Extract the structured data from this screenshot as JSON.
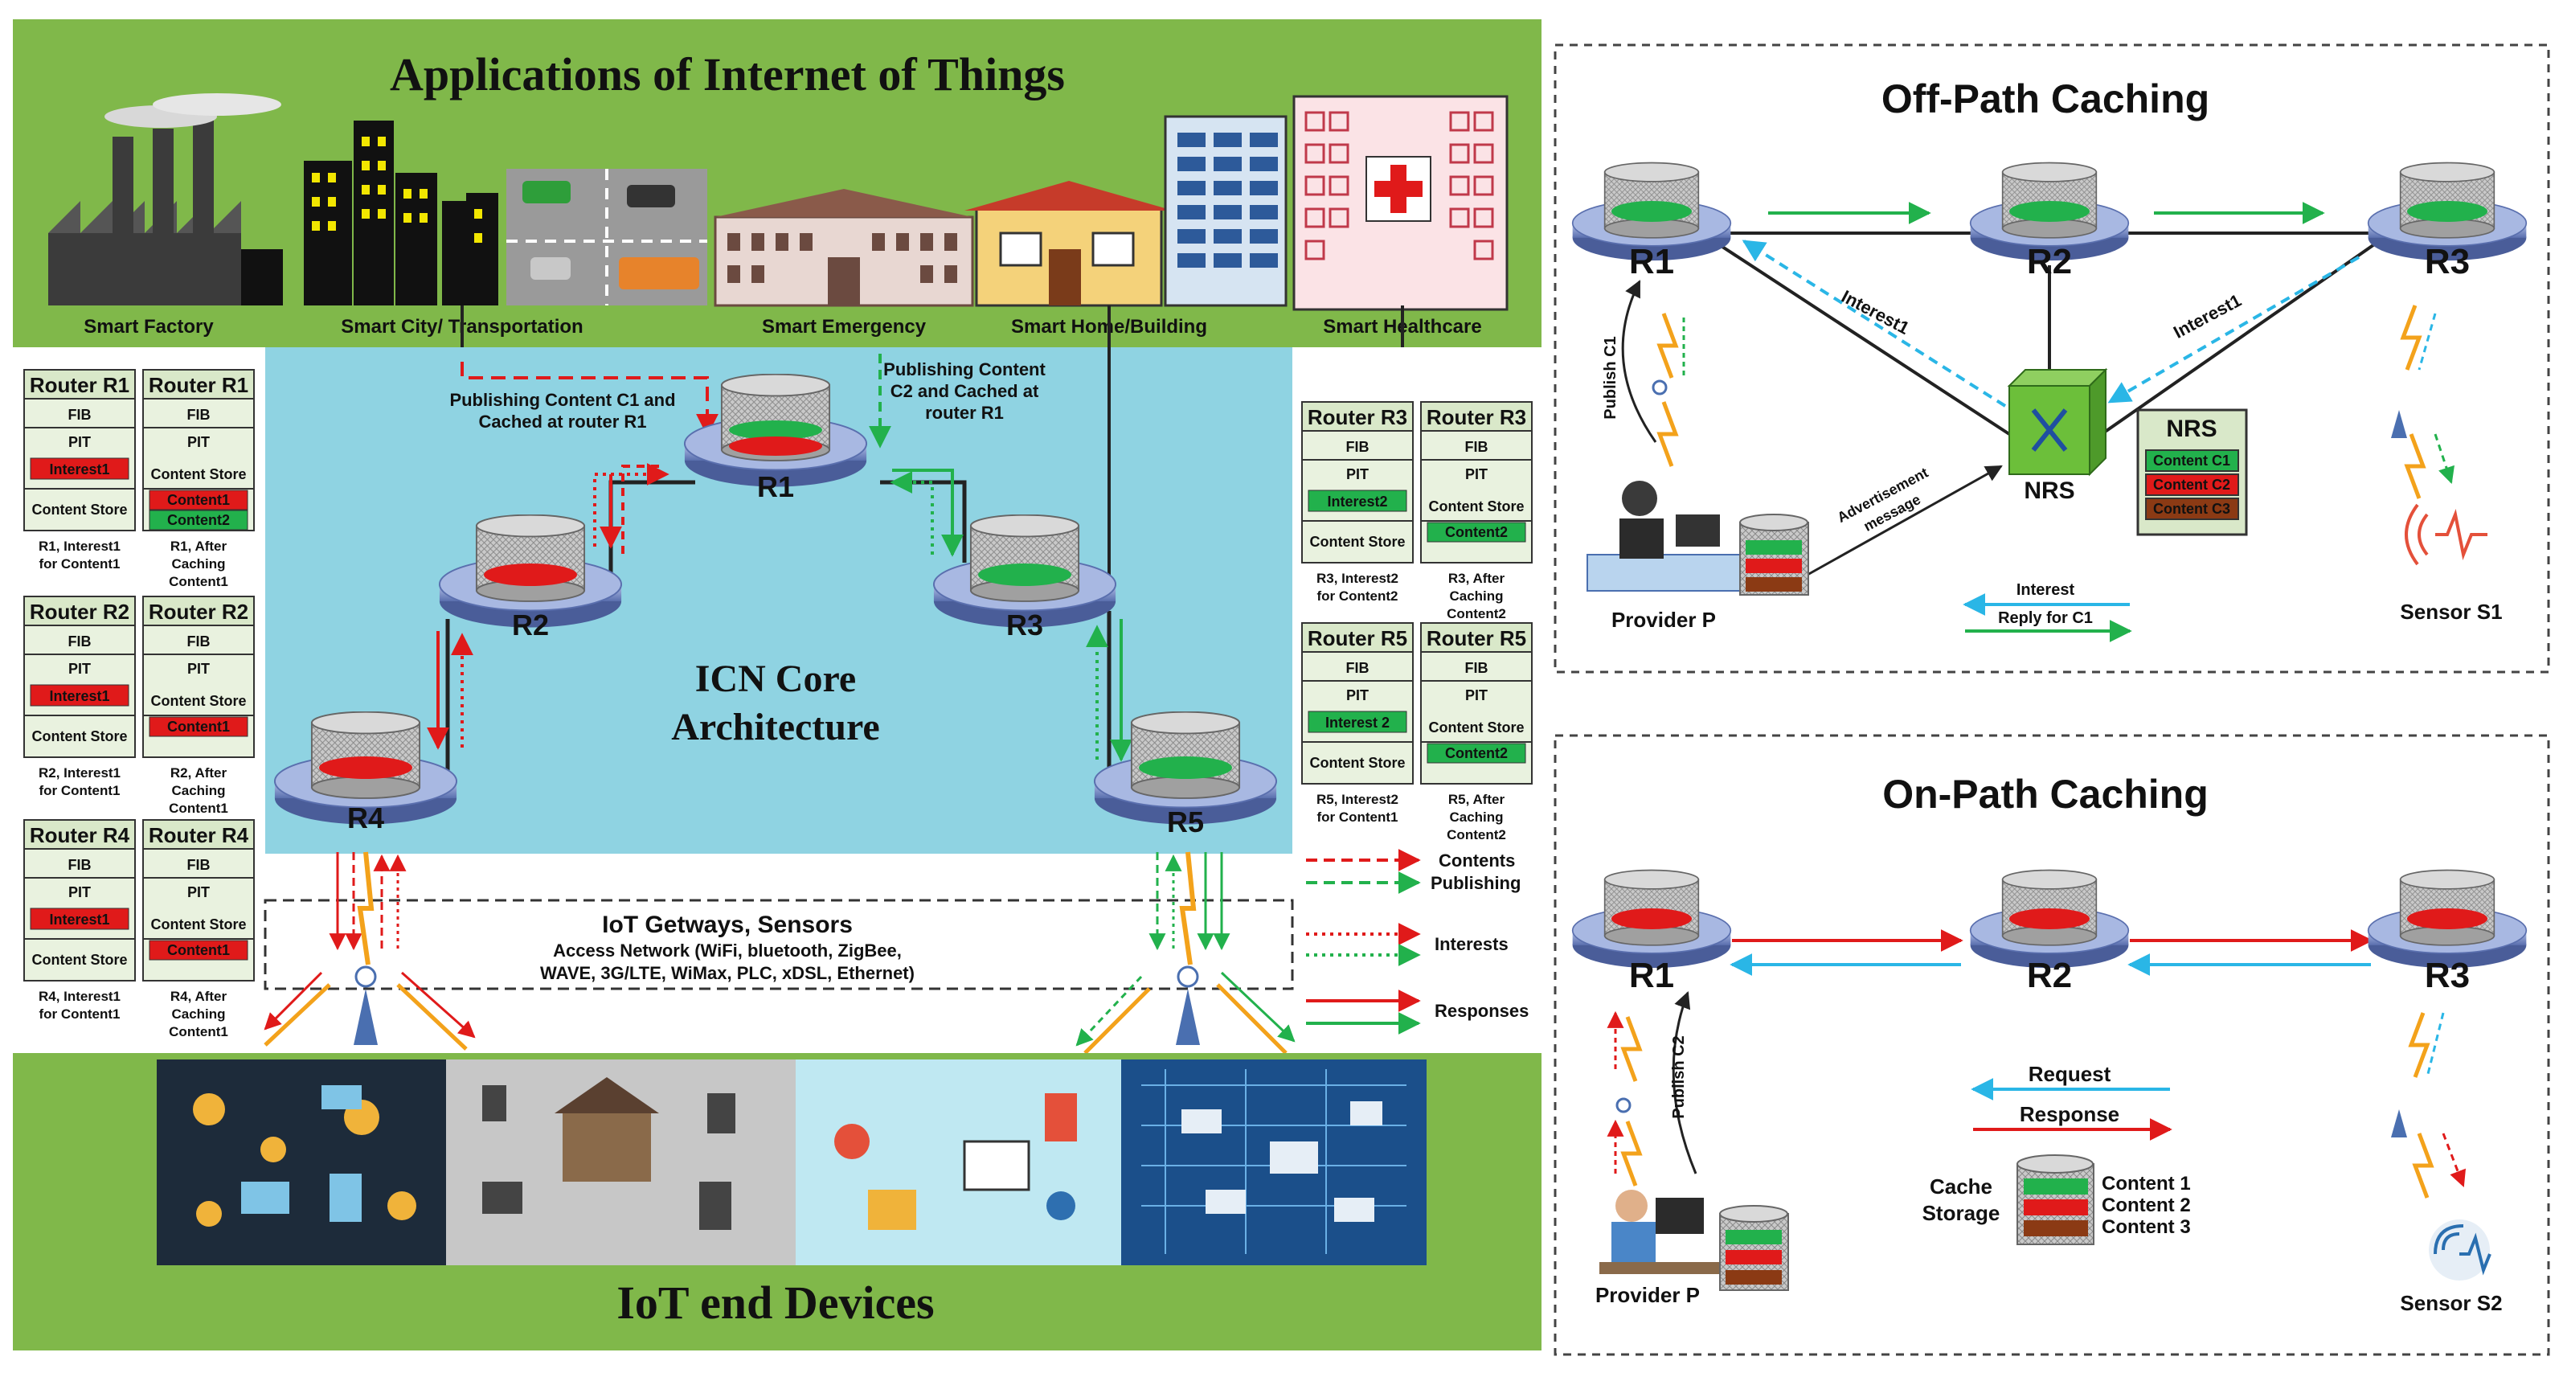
{
  "main": {
    "title": "Applications of Internet of Things",
    "apps": [
      "Smart Factory",
      "Smart City/ Transportation",
      "Smart Emergency",
      "Smart Home/Building",
      "Smart Healthcare"
    ],
    "core_title_1": "ICN Core",
    "core_title_2": "Architecture",
    "routers": [
      "R1",
      "R2",
      "R3",
      "R4",
      "R5"
    ],
    "publish_c1": [
      "Publishing Content C1 and",
      "Cached at router R1"
    ],
    "publish_c2": [
      "Publishing Content",
      "C2 and Cached at",
      "router R1"
    ],
    "gateway_title": "IoT Getways, Sensors",
    "gateway_lines": [
      "Access Network (WiFi, bluetooth, ZigBee,",
      "WAVE, 3G/LTE, WiMax, PLC, xDSL, Ethernet)"
    ],
    "devices_title": "IoT end Devices",
    "legend": [
      "Contents",
      "Publishing",
      "Interests",
      "Responses"
    ]
  },
  "tables": {
    "labels": {
      "fib": "FIB",
      "pit": "PIT",
      "cs": "Content Store"
    },
    "left": [
      {
        "title": "Router R1",
        "pit": "Interest1",
        "cs": "",
        "cap": [
          "R1, Interest1",
          "for Content1"
        ]
      },
      {
        "title": "Router R1",
        "pit": "",
        "cs": [
          "Content1",
          "Content2"
        ],
        "cap": [
          "R1, After",
          "Caching",
          "Content1"
        ]
      },
      {
        "title": "Router R2",
        "pit": "Interest1",
        "cs": "",
        "cap": [
          "R2, Interest1",
          "for Content1"
        ]
      },
      {
        "title": "Router R2",
        "pit": "",
        "cs": [
          "Content1"
        ],
        "cap": [
          "R2, After",
          "Caching",
          "Content1"
        ]
      },
      {
        "title": "Router R4",
        "pit": "Interest1",
        "cs": "",
        "cap": [
          "R4, Interest1",
          "for Content1"
        ]
      },
      {
        "title": "Router R4",
        "pit": "",
        "cs": [
          "Content1"
        ],
        "cap": [
          "R4, After",
          "Caching",
          "Content1"
        ]
      }
    ],
    "right": [
      {
        "title": "Router R3",
        "pit": "Interest2",
        "cs": "",
        "cap": [
          "R3, Interest2",
          "for Content2"
        ]
      },
      {
        "title": "Router R3",
        "pit": "",
        "cs": [
          "Content2"
        ],
        "cap": [
          "R3, After",
          "Caching",
          "Content2"
        ]
      },
      {
        "title": "Router R5",
        "pit": "Interest 2",
        "cs": "",
        "cap": [
          "R5, Interest2",
          "for Content1"
        ]
      },
      {
        "title": "Router R5",
        "pit": "",
        "cs": [
          "Content2"
        ],
        "cap": [
          "R5, After",
          "Caching",
          "Content2"
        ]
      }
    ]
  },
  "offpath": {
    "title": "Off-Path Caching",
    "routers": [
      "R1",
      "R2",
      "R3"
    ],
    "nrs": "NRS",
    "nrs_table_title": "NRS",
    "nrs_table": [
      "Content C1",
      "Content C2",
      "Content C3"
    ],
    "interest_label": "Interest1",
    "publish_label": "Publish C1",
    "advert_label": [
      "Advertisement",
      "message"
    ],
    "provider": "Provider P",
    "sensor": "Sensor S1",
    "legend": [
      "Interest",
      "Reply for C1"
    ]
  },
  "onpath": {
    "title": "On-Path Caching",
    "routers": [
      "R1",
      "R2",
      "R3"
    ],
    "publish_label": "Publish C2",
    "provider": "Provider P",
    "sensor": "Sensor S2",
    "legend": [
      "Request",
      "Response"
    ],
    "cache_label": [
      "Cache",
      "Storage"
    ],
    "contents": [
      "Content 1",
      "Content 2",
      "Content 3"
    ]
  },
  "colors": {
    "green_band": "#80b84a",
    "core_blue": "#8fd3e2",
    "router_blue": "#7e93c8",
    "content_green": "#22b14c",
    "content_red": "#e01a1a",
    "content_brown": "#8b3a14",
    "interest_cyan": "#2ab6e6"
  }
}
